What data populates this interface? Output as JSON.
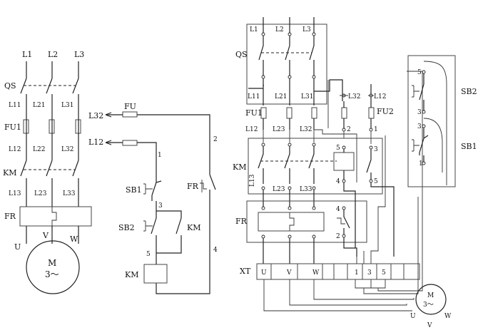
{
  "schematic": {
    "phases": [
      "L1",
      "L2",
      "L3"
    ],
    "qs": "QS",
    "line_out": [
      "L11",
      "L21",
      "L31"
    ],
    "fuse": "FU1",
    "fuse_out": [
      "L12",
      "L22",
      "L32"
    ],
    "km": "KM",
    "km_out": [
      "L13",
      "L23",
      "L33"
    ],
    "fr": "FR",
    "motor_terms": [
      "U",
      "V",
      "W"
    ],
    "motor_m": "M",
    "motor_spec": "3～"
  },
  "control": {
    "feed_top": "L32",
    "fuse": "FU",
    "feed_second": "L12",
    "node_1": "1",
    "node_2": "2",
    "node_3": "3",
    "node_4": "4",
    "node_5": "5",
    "stop_button": "SB1",
    "start_button": "SB2",
    "km_contact": "KM",
    "fr_contact": "FR",
    "coil": "KM"
  },
  "wiring": {
    "phases": [
      "L1",
      "L2",
      "L3"
    ],
    "qs": "QS",
    "line_out": [
      "L11",
      "L21",
      "L31"
    ],
    "ctrl_out": [
      "L32",
      "L12"
    ],
    "fu1": "FU1",
    "fu2": "FU2",
    "fuse_out": [
      "L12",
      "L23",
      "L32"
    ],
    "ctrl_nodes_a": [
      "2",
      "1"
    ],
    "km": "KM",
    "km_nodes": [
      "5",
      "3",
      "4",
      "5"
    ],
    "km_vertical": "L13",
    "km_out": [
      "L23",
      "L33"
    ],
    "fr": "FR",
    "fr_nodes": [
      "4",
      "2"
    ],
    "xt": "XT",
    "xt_cells": [
      "U",
      "V",
      "W",
      "",
      "",
      "1",
      "3",
      "5",
      ""
    ],
    "station_nodes": [
      "5",
      "3",
      "3",
      "1"
    ],
    "sb2": "SB2",
    "sb1": "SB1",
    "motor_m": "M",
    "motor_spec": "3～",
    "motor_terms": [
      "U",
      "V",
      "W"
    ]
  }
}
